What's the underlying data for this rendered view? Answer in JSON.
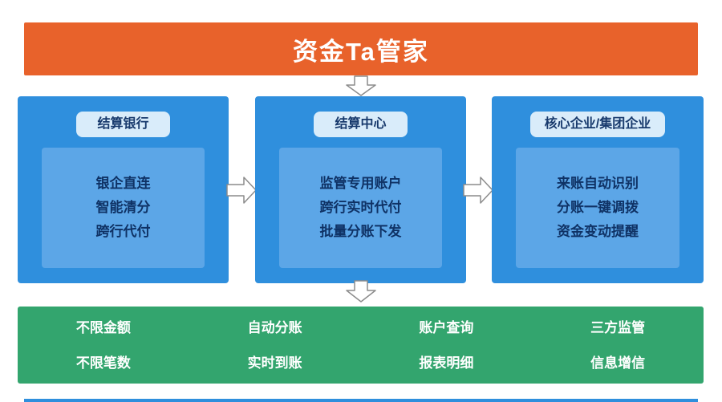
{
  "banner": {
    "title": "资金Ta管家"
  },
  "columns": [
    {
      "header": "结算银行",
      "lines": [
        "银企直连",
        "智能清分",
        "跨行代付"
      ]
    },
    {
      "header": "结算中心",
      "lines": [
        "监管专用账户",
        "跨行实时代付",
        "批量分账下发"
      ]
    },
    {
      "header": "核心企业/集团企业",
      "lines": [
        "来账自动识别",
        "分账一键调拨",
        "资金变动提醒"
      ]
    }
  ],
  "footer": {
    "columns": [
      {
        "lines": [
          "不限金额",
          "不限笔数"
        ]
      },
      {
        "lines": [
          "自动分账",
          "实时到账"
        ]
      },
      {
        "lines": [
          "账户查询",
          "报表明细"
        ]
      },
      {
        "lines": [
          "三方监管",
          "信息增信"
        ]
      }
    ]
  },
  "icons": {
    "flow_down_arrow": "block-arrow-down",
    "flow_right_arrow": "block-arrow-right"
  },
  "colors": {
    "banner_orange": "#E8622B",
    "box_blue": "#2F8FDD",
    "panel_blue": "#5CA6E7",
    "pill_bg": "#D9ECFA",
    "pill_text": "#17396C",
    "panel_text": "#0F3265",
    "footer_green": "#33A56E",
    "arrow_fill": "#FFFFFF"
  }
}
